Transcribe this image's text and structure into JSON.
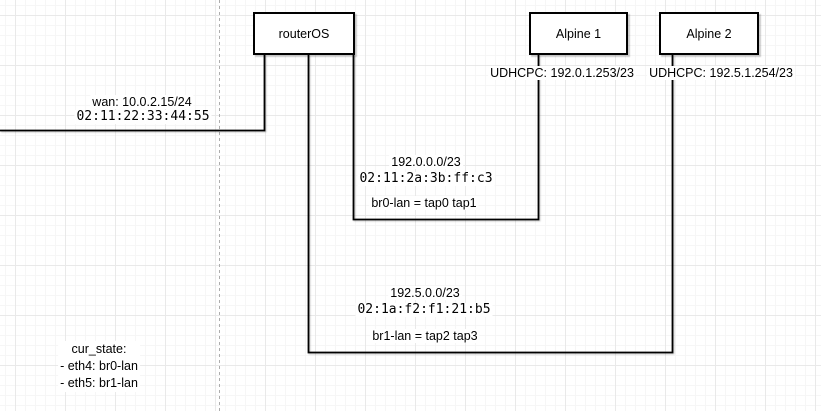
{
  "diagram": {
    "nodes": {
      "routeros": {
        "label": "routerOS"
      },
      "alpine1": {
        "label": "Alpine 1"
      },
      "alpine2": {
        "label": "Alpine 2"
      }
    },
    "edges": {
      "wan": {
        "ip": "wan: 10.0.2.15/24",
        "mac": "02:11:22:33:44:55"
      },
      "br0": {
        "subnet": "192.0.0.0/23",
        "mac": "02:11:2a:3b:ff:c3",
        "bridge": "br0-lan = tap0 tap1"
      },
      "br1": {
        "subnet": "192.5.0.0/23",
        "mac": "02:1a:f2:f1:21:b5",
        "bridge": "br1-lan = tap2 tap3"
      }
    },
    "dhcp": {
      "alpine1": "UDHCPC: 192.0.1.253/23",
      "alpine2": "UDHCPC: 192.5.1.254/23"
    },
    "cur_state": {
      "title": "cur_state:",
      "eth4": "- eth4: br0-lan",
      "eth5": "- eth5: br1-lan"
    },
    "colors": {
      "line": "#000000",
      "grid_minor": "#f6f6f6",
      "grid_major": "#e9e9e9",
      "page_divider": "#adadad",
      "box_fill": "#ffffff",
      "text": "#000000"
    }
  }
}
